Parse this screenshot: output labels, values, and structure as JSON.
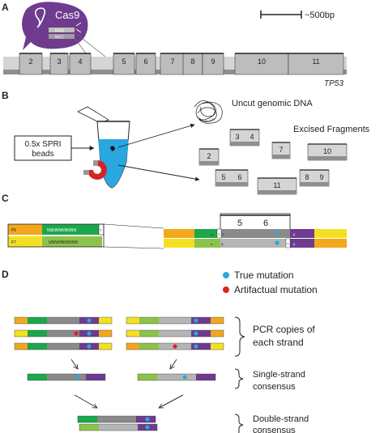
{
  "panel_labels": [
    "A",
    "B",
    "C",
    "D"
  ],
  "panel_a": {
    "enzyme": "Cas9",
    "pam_top": "NGG",
    "pam_bottom": "NCC",
    "scale_label": "~500bp",
    "gene": "TP53",
    "exons": [
      "2",
      "3",
      "4",
      "5",
      "6",
      "7",
      "8",
      "9",
      "10",
      "11"
    ]
  },
  "panel_b": {
    "tube_label_line1": "0.5x SPRI",
    "tube_label_line2": "beads",
    "uncut_label": "Uncut genomic DNA",
    "excised_label": "Excised Fragments",
    "fragments": [
      "3",
      "4",
      "2",
      "7",
      "10",
      "5",
      "6",
      "11",
      "8",
      "9"
    ]
  },
  "panel_c": {
    "adapter_p5": "P5",
    "adapter_p7": "P7",
    "umi_seq": "NNNNNNNNNN",
    "t_overhang": "T",
    "a_overhang": "A",
    "alpha": "α",
    "beta": "β",
    "exon_left": "5",
    "exon_right": "6"
  },
  "panel_d": {
    "legend_true": "True mutation",
    "legend_artifact": "Artifactual mutation",
    "pcr_line1": "PCR copies of",
    "pcr_line2": "each strand",
    "ss_line1": "Single-strand",
    "ss_line2": "consensus",
    "ds_line1": "Double-strand",
    "ds_line2": "consensus",
    "true_color": "#29a8e0",
    "artifact_color": "#e31e26"
  },
  "colors": {
    "cas9_purple": "#6e3b8f",
    "adapter_yellow": "#f4e023",
    "adapter_orange": "#f3a71d",
    "umi_green": "#1aa84b",
    "umi_light_green": "#8cc34a",
    "adapter_purple": "#6e3b8f",
    "tube_blue": "#2aa6e0",
    "magnet_red": "#d2232a"
  }
}
